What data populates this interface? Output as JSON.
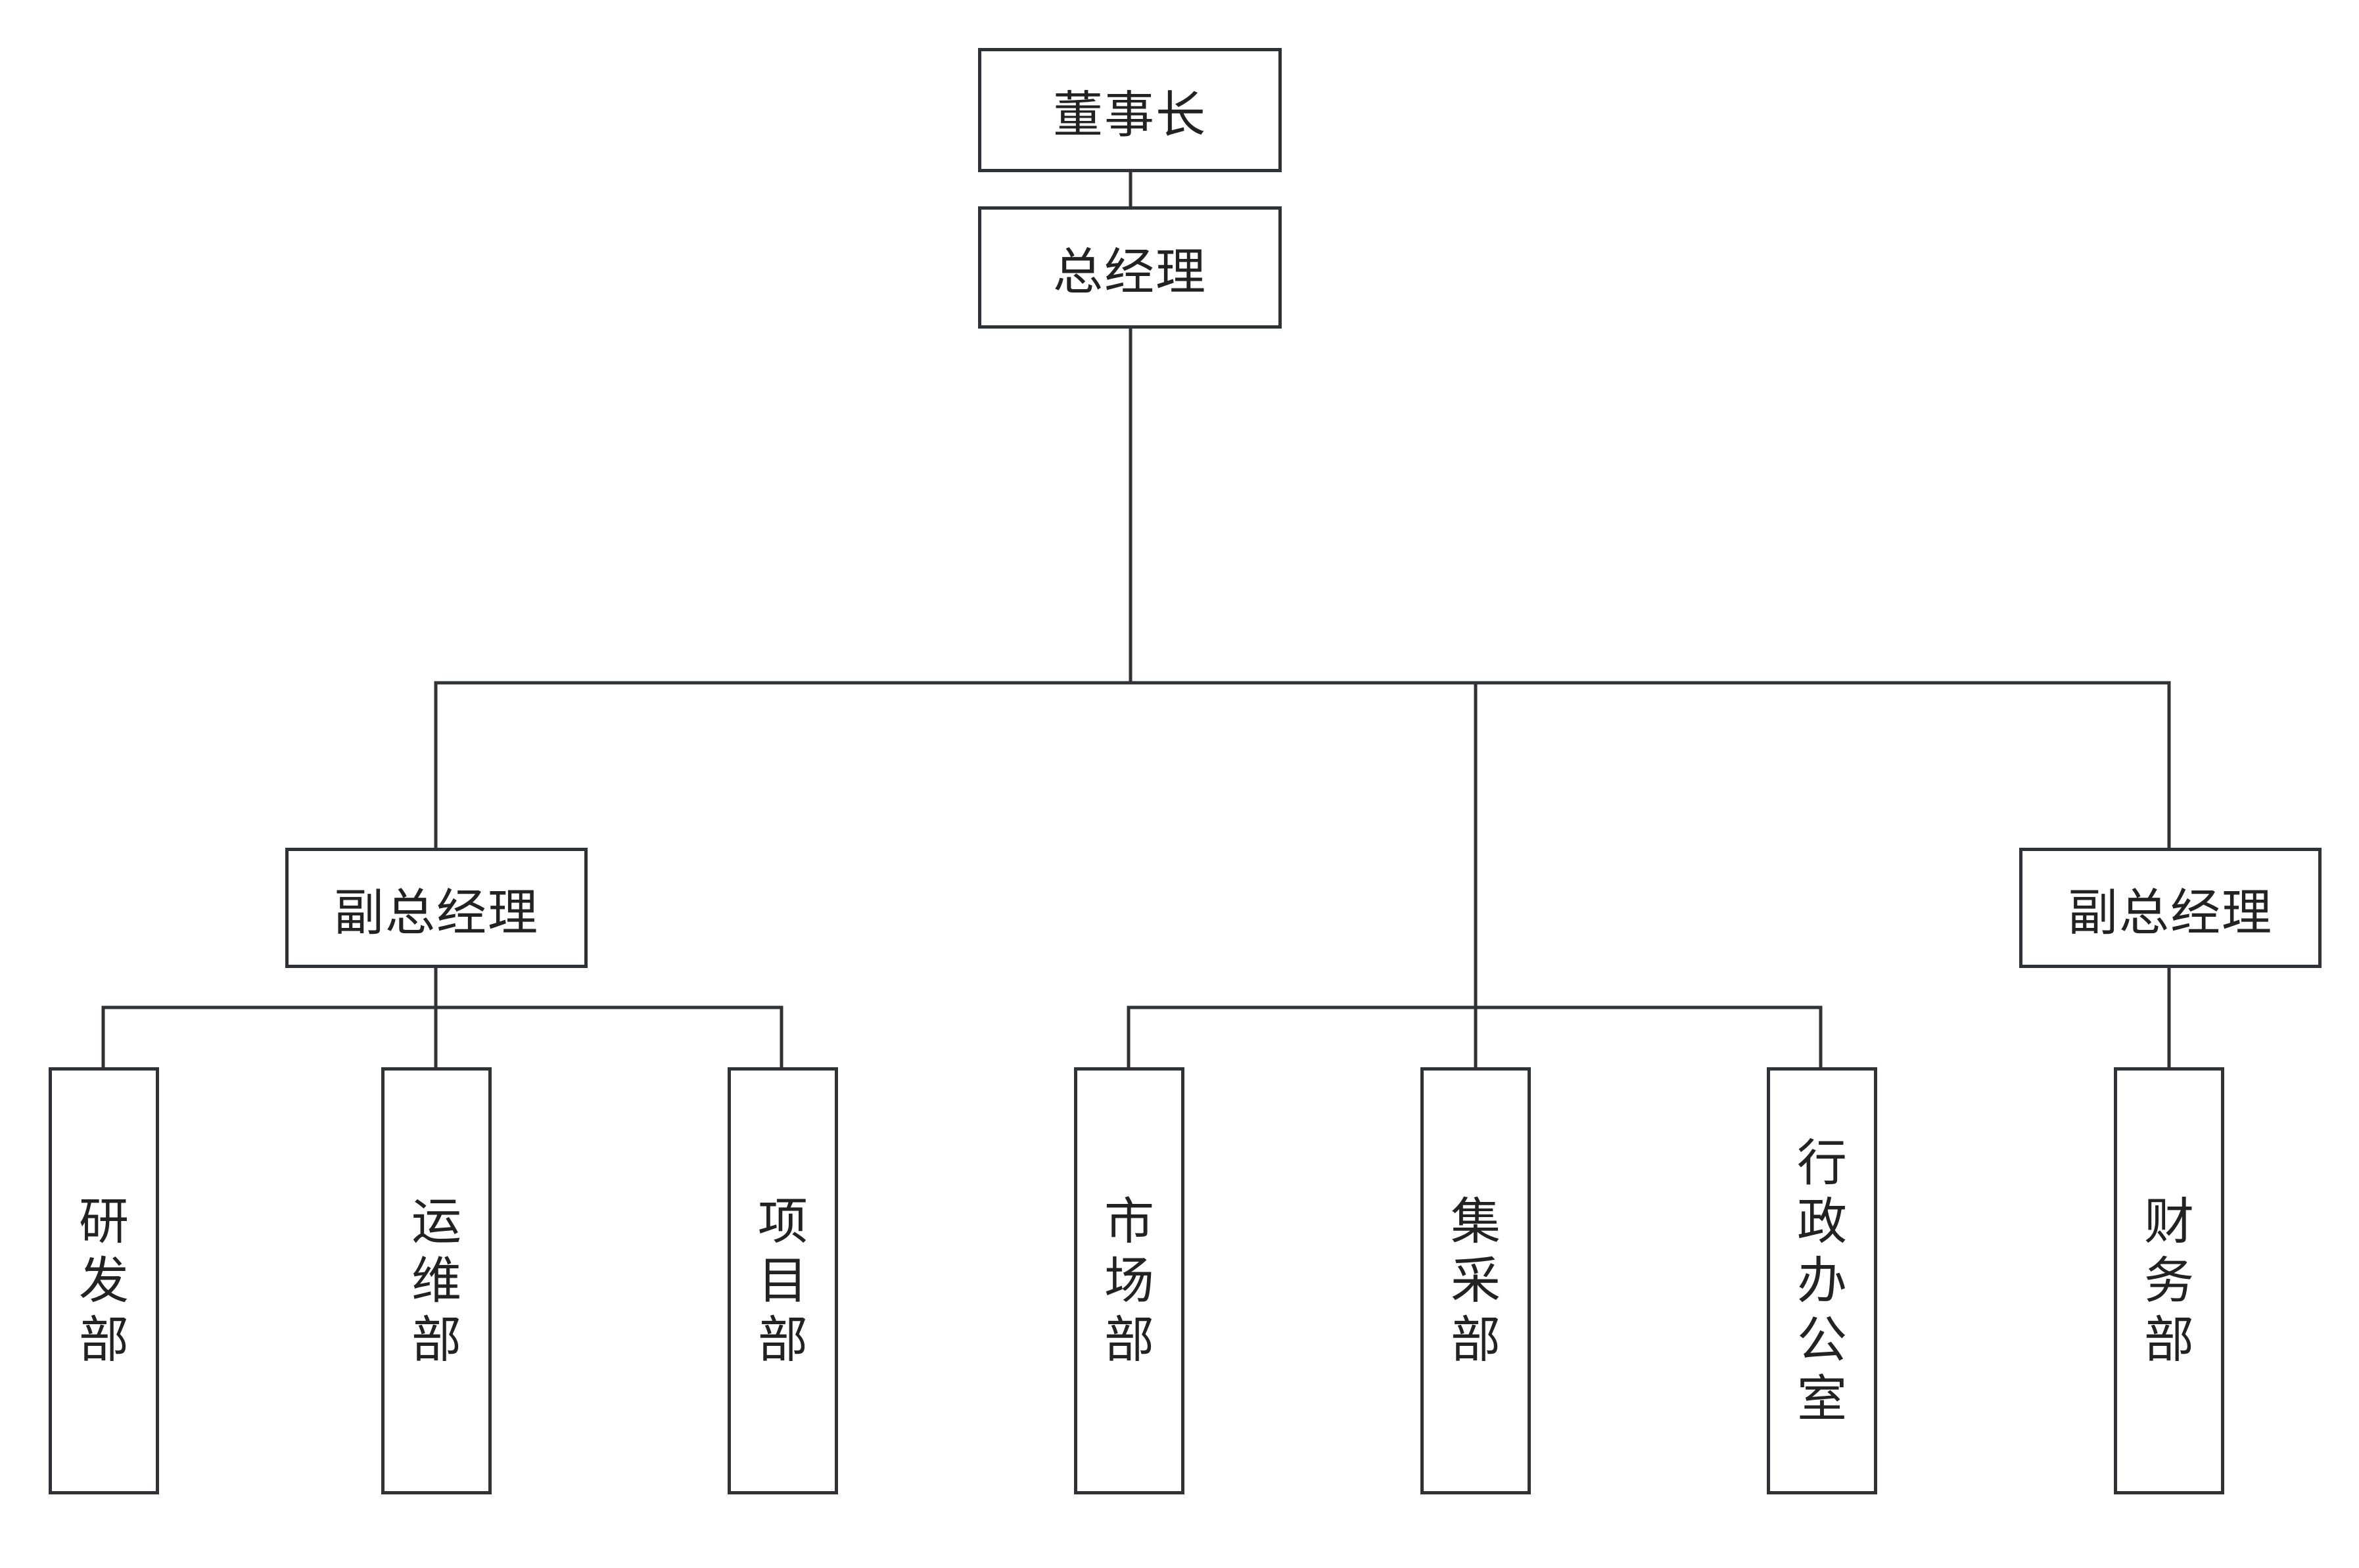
{
  "chairman": "董事长",
  "general_manager": "总经理",
  "vp_left": "副总经理",
  "vp_right": "副总经理",
  "departments": {
    "rd": "研发部",
    "ops": "运维部",
    "project": "项目部",
    "market": "市场部",
    "procurement": "集采部",
    "admin": "行政办公室",
    "finance": "财务部"
  }
}
